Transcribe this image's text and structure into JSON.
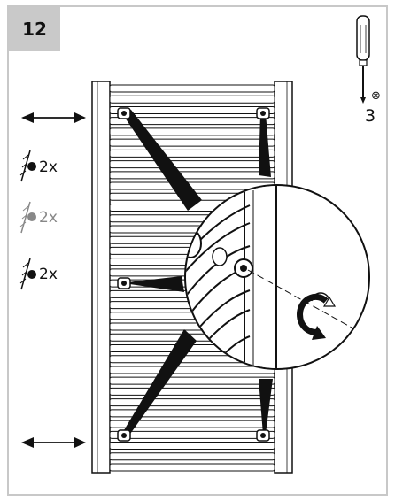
{
  "step": {
    "number": "12"
  },
  "tool": {
    "name": "screwdriver-icon",
    "size": "3",
    "drive_symbol": "⊗"
  },
  "fixings": [
    {
      "count": "2x",
      "style": "solid",
      "color": "#111111"
    },
    {
      "count": "2x",
      "style": "optional",
      "color": "#888888"
    },
    {
      "count": "2x",
      "style": "solid",
      "color": "#111111"
    }
  ],
  "icons": [
    "double-arrow-icon",
    "wall-dowel-icon",
    "rotate-arrow-icon",
    "screwdriver-icon"
  ],
  "colors": {
    "frame": "#c8c8c8",
    "line": "#111111",
    "muted": "#888888",
    "fill": "#ffffff"
  }
}
